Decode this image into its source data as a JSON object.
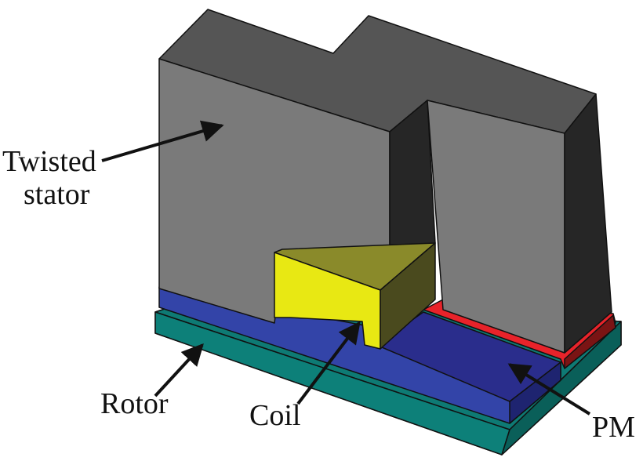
{
  "labels": {
    "stator_line1": "Twisted",
    "stator_line2": "stator",
    "rotor": "Rotor",
    "coil": "Coil",
    "pm": "PM"
  },
  "colors": {
    "stator_front": "#7a7a7a",
    "stator_top": "#555555",
    "stator_side": "#262626",
    "coil_front": "#e8e813",
    "coil_side": "#4a4a1e",
    "rotor_base": "#0e7a74",
    "rotor_layer": "#3344a8",
    "pm": "#2a2d8c",
    "pm_edge": "#e8232a"
  }
}
